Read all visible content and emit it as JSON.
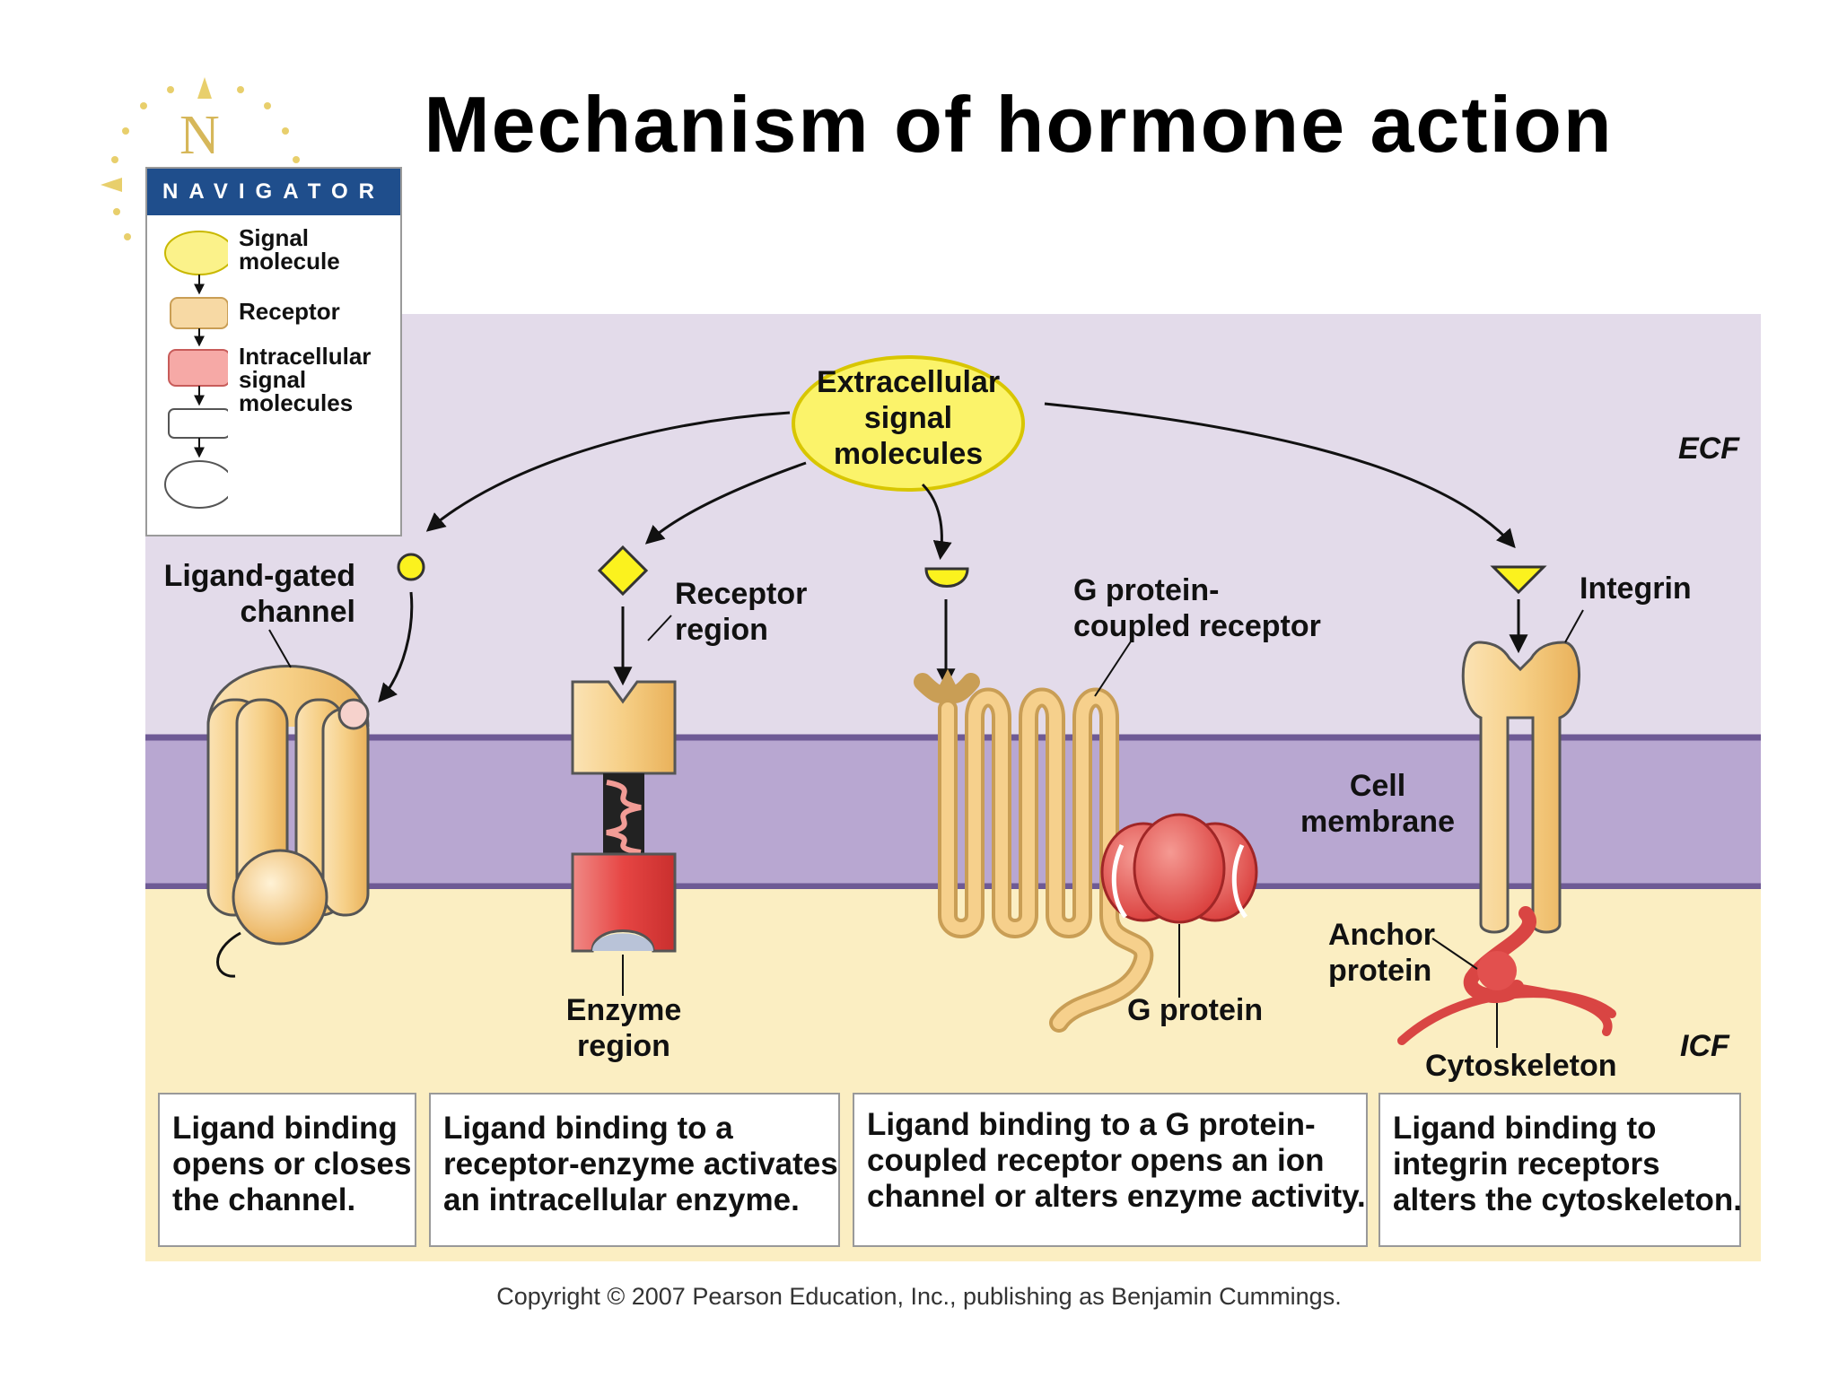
{
  "title": "Mechanism of hormone action",
  "navigator": {
    "logo_letter": "N",
    "header": "NAVIGATOR",
    "items": [
      {
        "lines": [
          "Signal",
          "molecule"
        ],
        "shape": "ellipse",
        "color": "#fbf28a"
      },
      {
        "lines": [
          "Receptor"
        ],
        "shape": "rounded-rect",
        "color": "#f7d9a4"
      },
      {
        "lines": [
          "Intracellular",
          "signal",
          "molecules"
        ],
        "shape": "rounded-rect",
        "color": "#f6a9a6"
      },
      {
        "lines": [],
        "shape": "rounded-rect",
        "color": "#ffffff"
      },
      {
        "lines": [],
        "shape": "ellipse",
        "color": "#ffffff"
      }
    ]
  },
  "regions": {
    "ecf": "ECF",
    "icf": "ICF",
    "membrane": [
      "Cell",
      "membrane"
    ]
  },
  "colors": {
    "ecf_bg": "#e3dbea",
    "membrane": "#b8a7d1",
    "membrane_line": "#6e5a95",
    "icf_bg": "#fbeec2",
    "signal_yellow": "#fbf21e",
    "receptor_orange": "#f4c877",
    "enzyme_red": "#ea4a48",
    "navigator_blue": "#1f4e8c"
  },
  "labels": {
    "extracellular": [
      "Extracellular",
      "signal",
      "molecules"
    ],
    "ligand_gated": [
      "Ligand-gated",
      "channel"
    ],
    "receptor_region": [
      "Receptor",
      "region"
    ],
    "enzyme_region": [
      "Enzyme",
      "region"
    ],
    "gpcr": [
      "G protein-",
      "coupled receptor"
    ],
    "g_protein": [
      "G protein"
    ],
    "integrin": [
      "Integrin"
    ],
    "anchor_protein": [
      "Anchor",
      "protein"
    ],
    "cytoskeleton": [
      "Cytoskeleton"
    ]
  },
  "captions": [
    [
      "Ligand binding",
      "opens or closes",
      "the channel."
    ],
    [
      "Ligand binding to a",
      "receptor-enzyme activates",
      "an intracellular enzyme."
    ],
    [
      "Ligand binding to a G protein-",
      "coupled receptor opens an ion",
      "channel or alters enzyme activity."
    ],
    [
      "Ligand binding to",
      "integrin receptors",
      "alters the cytoskeleton."
    ]
  ],
  "copyright": "Copyright © 2007 Pearson Education, Inc., publishing as Benjamin Cummings."
}
